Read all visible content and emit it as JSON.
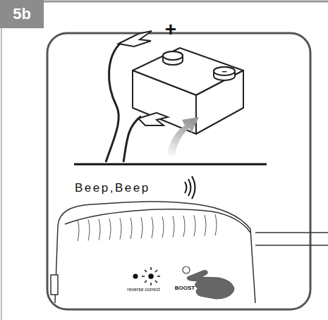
{
  "diagram": {
    "nodes": [
      {
        "text": [
          "5b"
        ]
      }
    ],
    "labels": [
      "+",
      "−",
      "Beep,Beep",
      "reverse",
      "correct",
      "BOOST"
    ]
  }
}
